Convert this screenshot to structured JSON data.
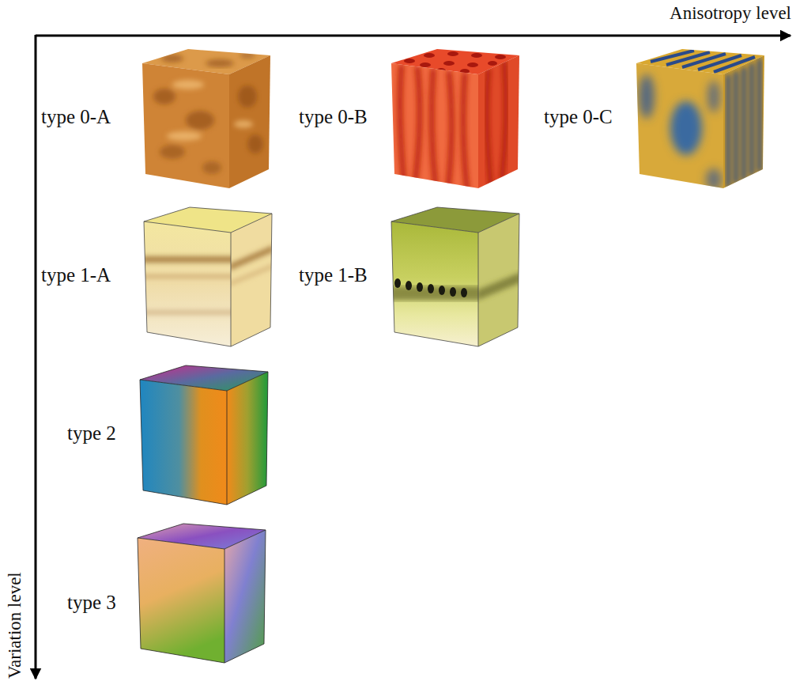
{
  "diagram": {
    "labels": [
      "Anisotropy level",
      "type 0-A",
      "type 0-B",
      "type 0-C",
      "type 1-A",
      "type 1-B",
      "type 2",
      "type 3",
      "Variation level"
    ]
  }
}
